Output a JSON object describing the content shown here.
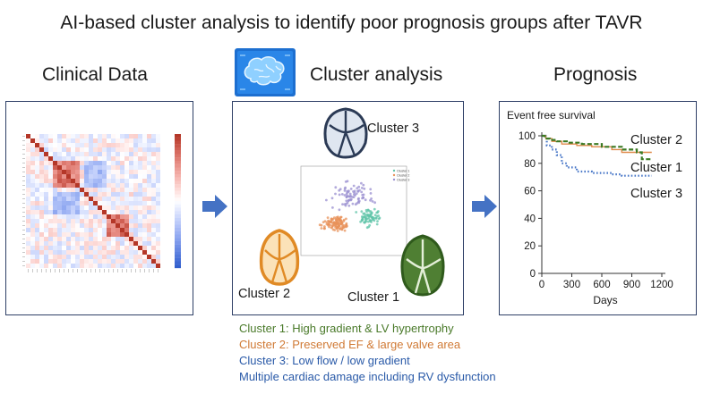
{
  "title": "AI-based cluster analysis to identify poor prognosis groups after TAVR",
  "sections": {
    "clinical": "Clinical Data",
    "cluster": "Cluster analysis",
    "prognosis": "Prognosis"
  },
  "cluster_panel": {
    "labels": [
      "Cluster 3",
      "Cluster 2",
      "Cluster 1"
    ],
    "scatter_legend": [
      "Cluster 1",
      "Cluster 2",
      "Cluster 3"
    ]
  },
  "descriptions": [
    {
      "text": "Cluster 1: High gradient & LV hypertrophy",
      "color": "#4a7a2a"
    },
    {
      "text": "Cluster 2: Preserved EF & large valve area",
      "color": "#d07a35"
    },
    {
      "text": "Cluster 3: Low flow / low gradient",
      "color": "#2a5aa8"
    },
    {
      "text": "Multiple cardiac damage including RV dysfunction",
      "color": "#2a5aa8"
    }
  ],
  "colors": {
    "panel_border": "#2e3f66",
    "arrow": "#4472c4",
    "cluster1": "#4a7a2a",
    "cluster2": "#d07a35",
    "cluster3": "#2a5aa8"
  },
  "icons": [
    "brain-icon",
    "arrow-right-icon",
    "heart-valve-icon"
  ],
  "chart_data": {
    "type": "line",
    "title": "Event free survival",
    "xlabel": "Days",
    "ylabel": "",
    "xlim": [
      0,
      1200
    ],
    "ylim": [
      0,
      100
    ],
    "xticks": [
      0,
      300,
      600,
      900,
      1200
    ],
    "yticks": [
      0,
      20,
      40,
      60,
      80,
      100
    ],
    "series": [
      {
        "name": "Cluster 2",
        "color": "#3c7a24",
        "style": "dashed",
        "x": [
          0,
          30,
          80,
          150,
          250,
          400,
          600,
          800,
          950,
          1000,
          1100
        ],
        "y": [
          100,
          98,
          97,
          96,
          95,
          94,
          92,
          90,
          88,
          83,
          83
        ]
      },
      {
        "name": "Cluster 1",
        "color": "#e08a4a",
        "style": "solid",
        "x": [
          0,
          40,
          100,
          200,
          350,
          500,
          700,
          800,
          1100
        ],
        "y": [
          100,
          98,
          96,
          94,
          93,
          92,
          90,
          88,
          88
        ]
      },
      {
        "name": "Cluster 3",
        "color": "#4a78c8",
        "style": "dotted",
        "x": [
          0,
          50,
          100,
          150,
          200,
          250,
          350,
          500,
          700,
          800,
          1100
        ],
        "y": [
          100,
          93,
          90,
          86,
          80,
          77,
          74,
          73,
          72,
          71,
          71
        ]
      }
    ]
  }
}
